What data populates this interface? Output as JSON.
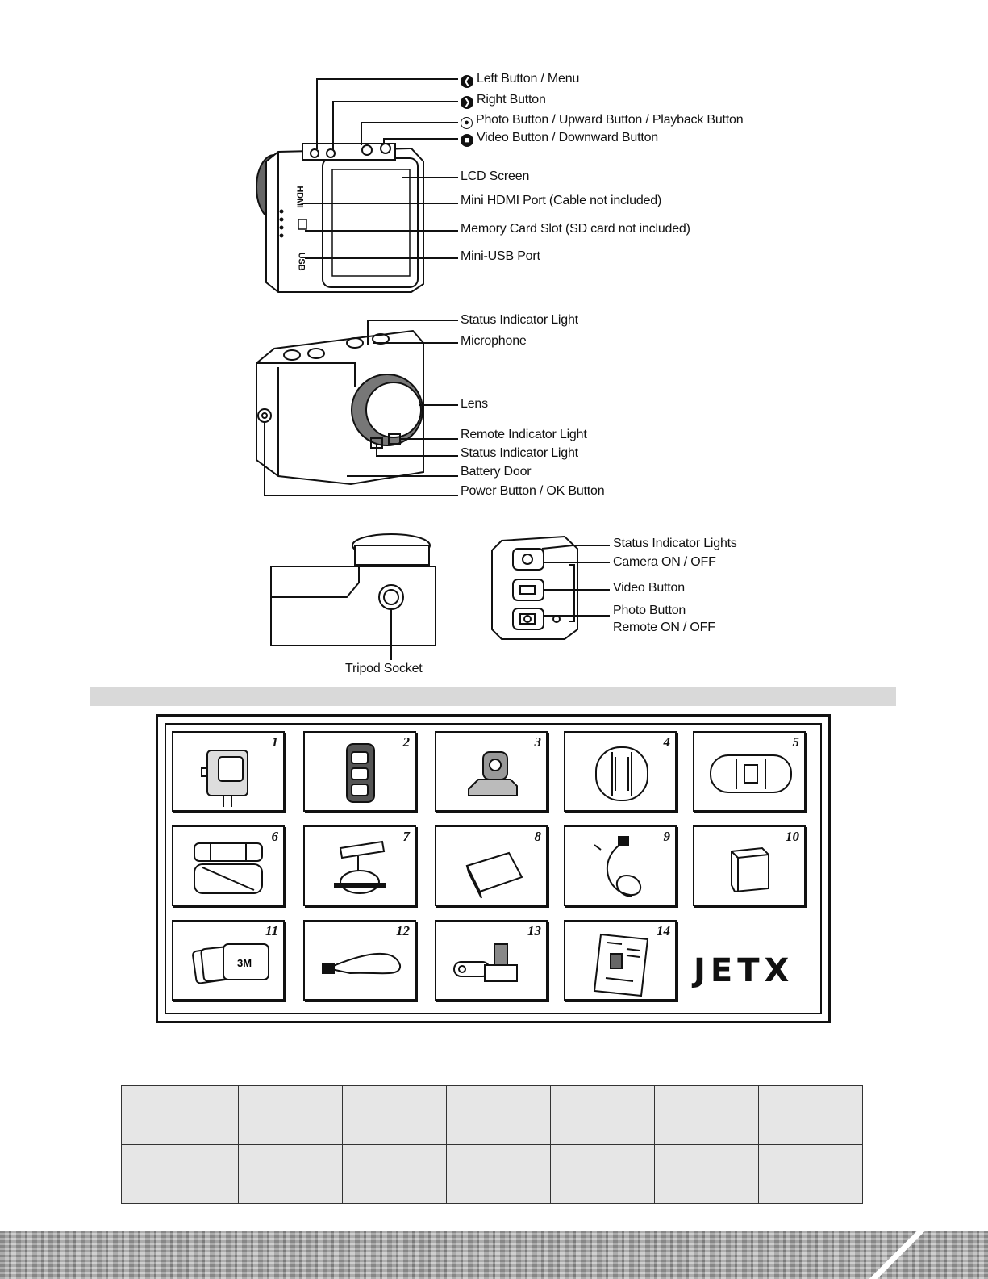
{
  "top_view_labels": {
    "left_button": "Left Button / Menu",
    "right_button": "Right Button",
    "photo_button": "Photo Button / Upward Button / Playback Button",
    "video_button": "Video Button / Downward Button",
    "lcd_screen": "LCD Screen",
    "mini_hdmi": "Mini HDMI Port (Cable not included)",
    "memory_card": "Memory Card Slot (SD card not included)",
    "mini_usb": "Mini-USB Port"
  },
  "camera_side_text": {
    "hdmi": "HDMI",
    "usb": "USB"
  },
  "front_view_labels": {
    "status_light_top": "Status Indicator Light",
    "microphone": "Microphone",
    "lens": "Lens",
    "remote_light": "Remote Indicator Light",
    "status_light_bottom": "Status Indicator Light",
    "battery_door": "Battery Door",
    "power_button": "Power Button / OK Button"
  },
  "bottom_view_labels": {
    "tripod_socket": "Tripod Socket"
  },
  "remote_labels": {
    "status_lights": "Status Indicator Lights",
    "camera_on_off": "Camera ON / OFF",
    "video_button": "Video Button",
    "photo_button": "Photo Button",
    "remote_on_off": "Remote ON / OFF"
  },
  "accessories": {
    "numbers": [
      "1",
      "2",
      "3",
      "4",
      "5",
      "6",
      "7",
      "8",
      "9",
      "10",
      "11",
      "12",
      "13",
      "14"
    ],
    "adhesive_text": "3M",
    "logo": "JETX"
  },
  "spec_table": {
    "rows": 2,
    "cols": 7
  }
}
